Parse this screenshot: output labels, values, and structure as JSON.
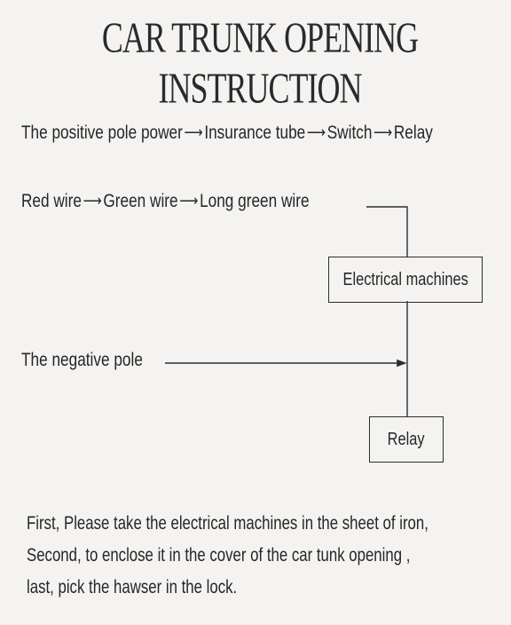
{
  "title": "CAR TRUNK OPENING INSTRUCTION",
  "flow1": {
    "step1": "The positive pole power",
    "step2": "Insurance tube",
    "step3": "Switch",
    "step4": "Relay"
  },
  "flow2": {
    "step1": "Red wire",
    "step2": "Green wire",
    "step3": "Long green wire"
  },
  "negative_label": "The negative pole",
  "box_electrical": "Electrical machines",
  "box_relay": "Relay",
  "instructions": [
    "First,  Please take the electrical machines in the sheet of iron,",
    "Second,  to enclose it in  the cover of  the car tunk opening ,",
    "last, pick the hawser in the lock."
  ],
  "arrow_glyph": "⟶"
}
